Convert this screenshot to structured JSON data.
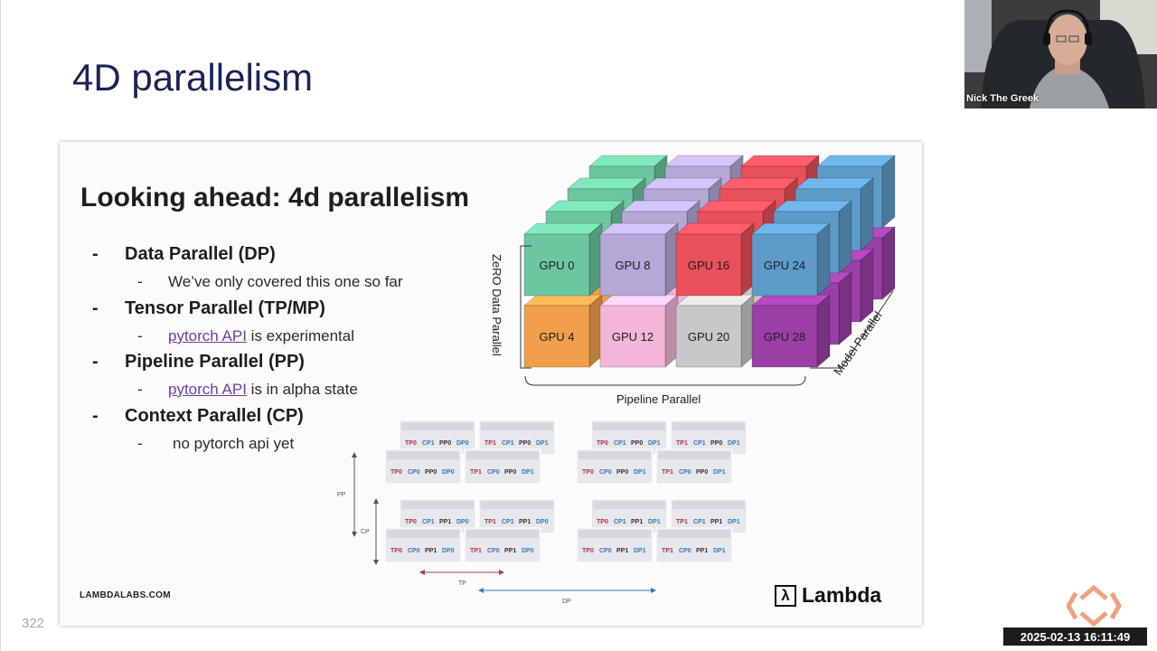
{
  "presentation": {
    "slide_title": "4D parallelism",
    "slide_number": "322"
  },
  "embedded_slide": {
    "title": "Looking ahead: 4d parallelism",
    "bullets": [
      {
        "label": "Data Parallel (DP)"
      },
      {
        "label": "Tensor Parallel (TP/MP)"
      },
      {
        "label": "Pipeline Parallel (PP)"
      },
      {
        "label": "Context Parallel (CP)"
      }
    ],
    "subbullets": {
      "dp": "We’ve only covered this one so far",
      "tp_link": "pytorch API",
      "tp_rest": " is experimental",
      "pp_link": "pytorch API",
      "pp_rest": " is in alpha state",
      "cp": "no pytorch api yet"
    },
    "footer_site": "LAMBDALABS.COM",
    "brand": {
      "glyph": "λ",
      "name": "Lambda"
    },
    "cube_diagram": {
      "front_gpus": [
        "GPU 0",
        "GPU 8",
        "GPU 16",
        "GPU 24",
        "GPU 4",
        "GPU 12",
        "GPU 20",
        "GPU 28"
      ],
      "axis_labels": {
        "vertical": "ZeRO Data Parallel",
        "horizontal": "Pipeline Parallel",
        "depth": "Model Parallel"
      },
      "colors": [
        "#6cc7a0",
        "#b3a8d6",
        "#e8505a",
        "#5d9cc9",
        "#f0a04b",
        "#f2b6d8",
        "#c8c8c8",
        "#9b3fa6"
      ]
    },
    "grid_diagram": {
      "axes": {
        "pp": "PP",
        "cp": "CP",
        "tp": "TP",
        "dp": "DP"
      },
      "tags": {
        "tp0": "TP0",
        "tp1": "TP1",
        "cp0": "CP0",
        "cp1": "CP1",
        "pp0": "PP0",
        "pp1": "PP1",
        "dp0": "DP0",
        "dp1": "DP1"
      }
    }
  },
  "video_overlay": {
    "participant_name": "Nick The Greek",
    "timestamp": "2025-02-13  16:11:49"
  }
}
